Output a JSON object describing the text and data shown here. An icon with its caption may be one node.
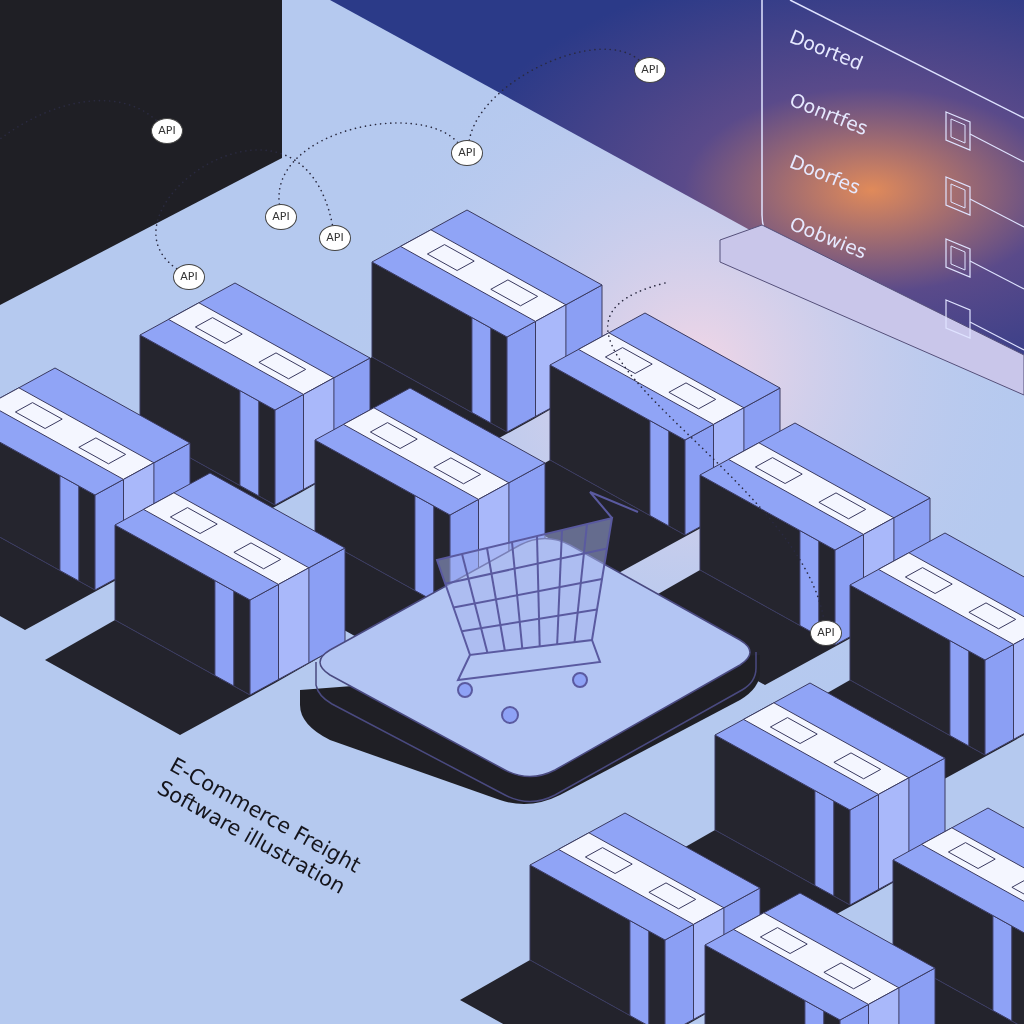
{
  "diagram": {
    "caption": "E-Commerce Freight Software illustration",
    "nodes": [
      {
        "text": [
          "API"
        ]
      },
      {
        "text": [
          "API"
        ]
      },
      {
        "text": [
          "API"
        ]
      },
      {
        "text": [
          "API"
        ]
      },
      {
        "text": [
          "API"
        ]
      },
      {
        "text": [
          "API"
        ]
      },
      {
        "text": [
          "API"
        ]
      }
    ],
    "edges": [
      {
        "from": null,
        "to": 1,
        "arrow": "none",
        "style": "dashed"
      },
      {
        "from": 5,
        "to": 4,
        "arrow": "none",
        "style": "dashed"
      },
      {
        "from": 3,
        "to": 2,
        "arrow": "none",
        "style": "dashed"
      },
      {
        "from": 2,
        "to": 0,
        "arrow": "none",
        "style": "dashed"
      },
      {
        "from": null,
        "to": 6,
        "arrow": "none",
        "style": "dashed"
      }
    ],
    "labels": [
      "Doorted",
      "Oonrtfes",
      "Doorfes",
      "Oobwies"
    ]
  }
}
